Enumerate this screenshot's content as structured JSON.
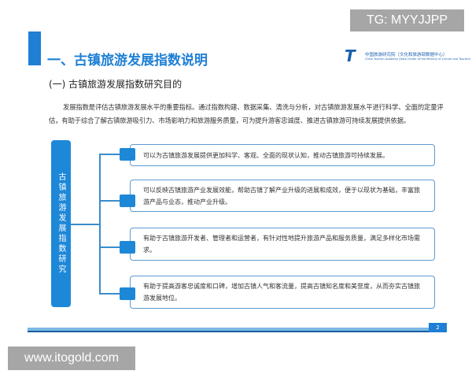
{
  "header": {
    "title": "一、古镇旅游发展指数说明",
    "logo_cn": "中国旅游研究院（文化和旅游部数据中心）",
    "logo_en": "China Tourism Academy (Data Center of the Ministry of Culture and Tourism)"
  },
  "section": {
    "subtitle": "(一) 古镇旅游发展指数研究目的",
    "paragraph": "发展指数是评估古镇旅游发展水平的重要指标。通过指数构建、数据采集、清洗与分析，对古镇旅游发展水平进行科学、全面的定量评估，有助于综合了解古镇旅游吸引力、市场影响力和旅游服务质量，可为提升游客忠诚度、推进古镇旅游可持续发展提供依据。"
  },
  "diagram": {
    "root": "古镇旅游发展指数研究",
    "items": [
      "可以为古镇旅游发展提供更加科学、客观、全面的现状认知，推动古镇旅游可持续发展。",
      "可以反映古镇旅游产业发展效能，帮助古镇了解产业升级的进展和成效，便于以现状为基础，丰富旅游产品与业态，推动产业升级。",
      "有助于古镇旅游开发者、管理者和运营者，有针对性地提升旅游产品和服务质量，满足多样化市场需求。",
      "有助于提高游客忠诚度和口碑，增加古镇人气和客流量，提高古镇知名度和美誉度，从而夯实古镇旅游发展地位。"
    ]
  },
  "footer": {
    "page": "2"
  },
  "watermarks": {
    "top": "TG: MYYJJPP",
    "bottom": "www.itogold.com"
  },
  "colors": {
    "accent": "#1e7fd4"
  }
}
